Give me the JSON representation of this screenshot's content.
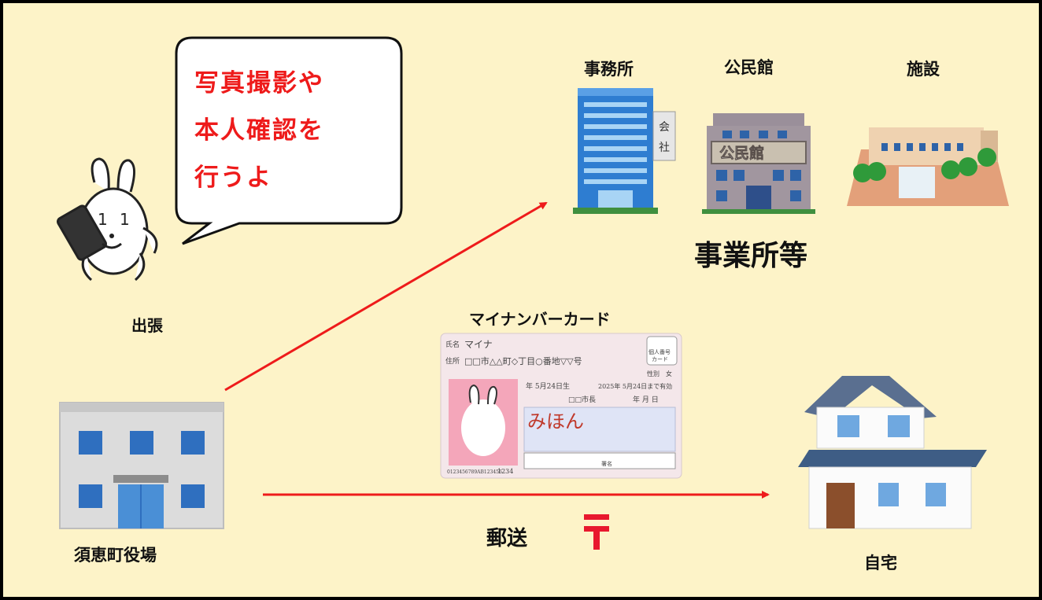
{
  "bubble": {
    "lines": [
      "写真撮影や",
      "本人確認を",
      "行うよ"
    ]
  },
  "labels": {
    "mascot": "出張",
    "town_hall": "須恵町役場",
    "office": "事務所",
    "community_center": "公民館",
    "facility": "施設",
    "group": "事業所等",
    "card": "マイナンバーカード",
    "mail": "郵送",
    "home": "自宅"
  },
  "signs": {
    "company": [
      "会",
      "社"
    ],
    "community_center": "公民館"
  },
  "card": {
    "name_label": "氏名",
    "name": "マイナ",
    "address_label": "住所",
    "address": "□□市△△町◇丁目○番地▽▽号",
    "sex_label": "性別",
    "sex": "女",
    "birth": "年 5月24日生",
    "expiry": "2025年 5月24日まで有効",
    "issuer": "□□市長",
    "date": "年 月 日",
    "sample": "みほん",
    "badge": [
      "個人番号",
      "カード"
    ],
    "number": "0123456789AB123456",
    "code": "1234",
    "sign_label": "署名"
  },
  "colors": {
    "background": "#fdf3c8",
    "arrow": "#ee1b1b",
    "bubble_text": "#ee1b1b",
    "postal": "#e8182e"
  }
}
